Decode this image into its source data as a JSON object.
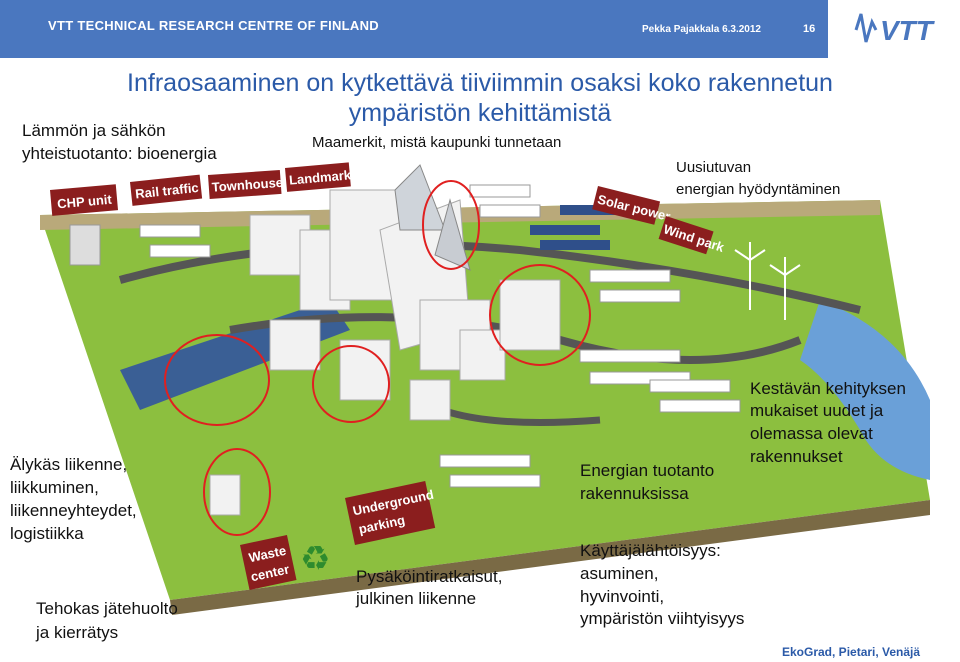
{
  "header": {
    "org": "VTT TECHNICAL RESEARCH CENTRE OF FINLAND",
    "author_date": "Pekka Pajakkala 6.3.2012",
    "page_number": "16",
    "logo_text": "VTT"
  },
  "slide": {
    "title_line1": "Infraosaaminen on kytkettävä tiiviimmin osaksi koko rakennetun",
    "title_line2": "ympäristön kehittämistä"
  },
  "labels": {
    "chp_line1": "Lämmön ja sähkön",
    "chp_line2": "yhteistuotanto: bioenergia",
    "landmarks_caption": "Maamerkit, mistä kaupunki tunnetaan",
    "renewable_line1": "Uusiutuvan",
    "renewable_line2": "energian hyödyntäminen",
    "sustainable_line1": "Kestävän kehityksen",
    "sustainable_line2": "mukaiset uudet ja",
    "sustainable_line3": "olemassa olevat",
    "sustainable_line4": "rakennukset",
    "traffic_line1": "Älykäs liikenne,",
    "traffic_line2": "liikkuminen,",
    "traffic_line3": "liikenneyhteydet,",
    "traffic_line4": "logistiikka",
    "energy_line1": "Energian tuotanto",
    "energy_line2": "rakennuksissa",
    "parking_line1": "Pysäköintiratkaisut,",
    "parking_line2": "julkinen liikenne",
    "user_line1": "Käyttäjälähtöisyys:",
    "user_line2": "asuminen,",
    "user_line3": "hyvinvointi,",
    "user_line4": "ympäristön viihtyisyys",
    "waste_line1": "Tehokas jätehuolto",
    "waste_line2": "ja kierrätys",
    "credit": "EkoGrad, Pietari, Venäjä"
  },
  "signs": {
    "chp": "CHP unit",
    "rail": "Rail traffic",
    "townhouses": "Townhouses",
    "landmarks": "Landmarks",
    "solar": "Solar power",
    "wind": "Wind park",
    "underground1": "Underground",
    "underground2": "parking",
    "waste1": "Waste",
    "waste2": "center"
  },
  "colors": {
    "header_blue": "#4a77bf",
    "title_blue": "#2b5aa8",
    "sign_brown": "#8b1e1e",
    "highlight_red": "#e02020",
    "grass": "#8cbf3f"
  }
}
